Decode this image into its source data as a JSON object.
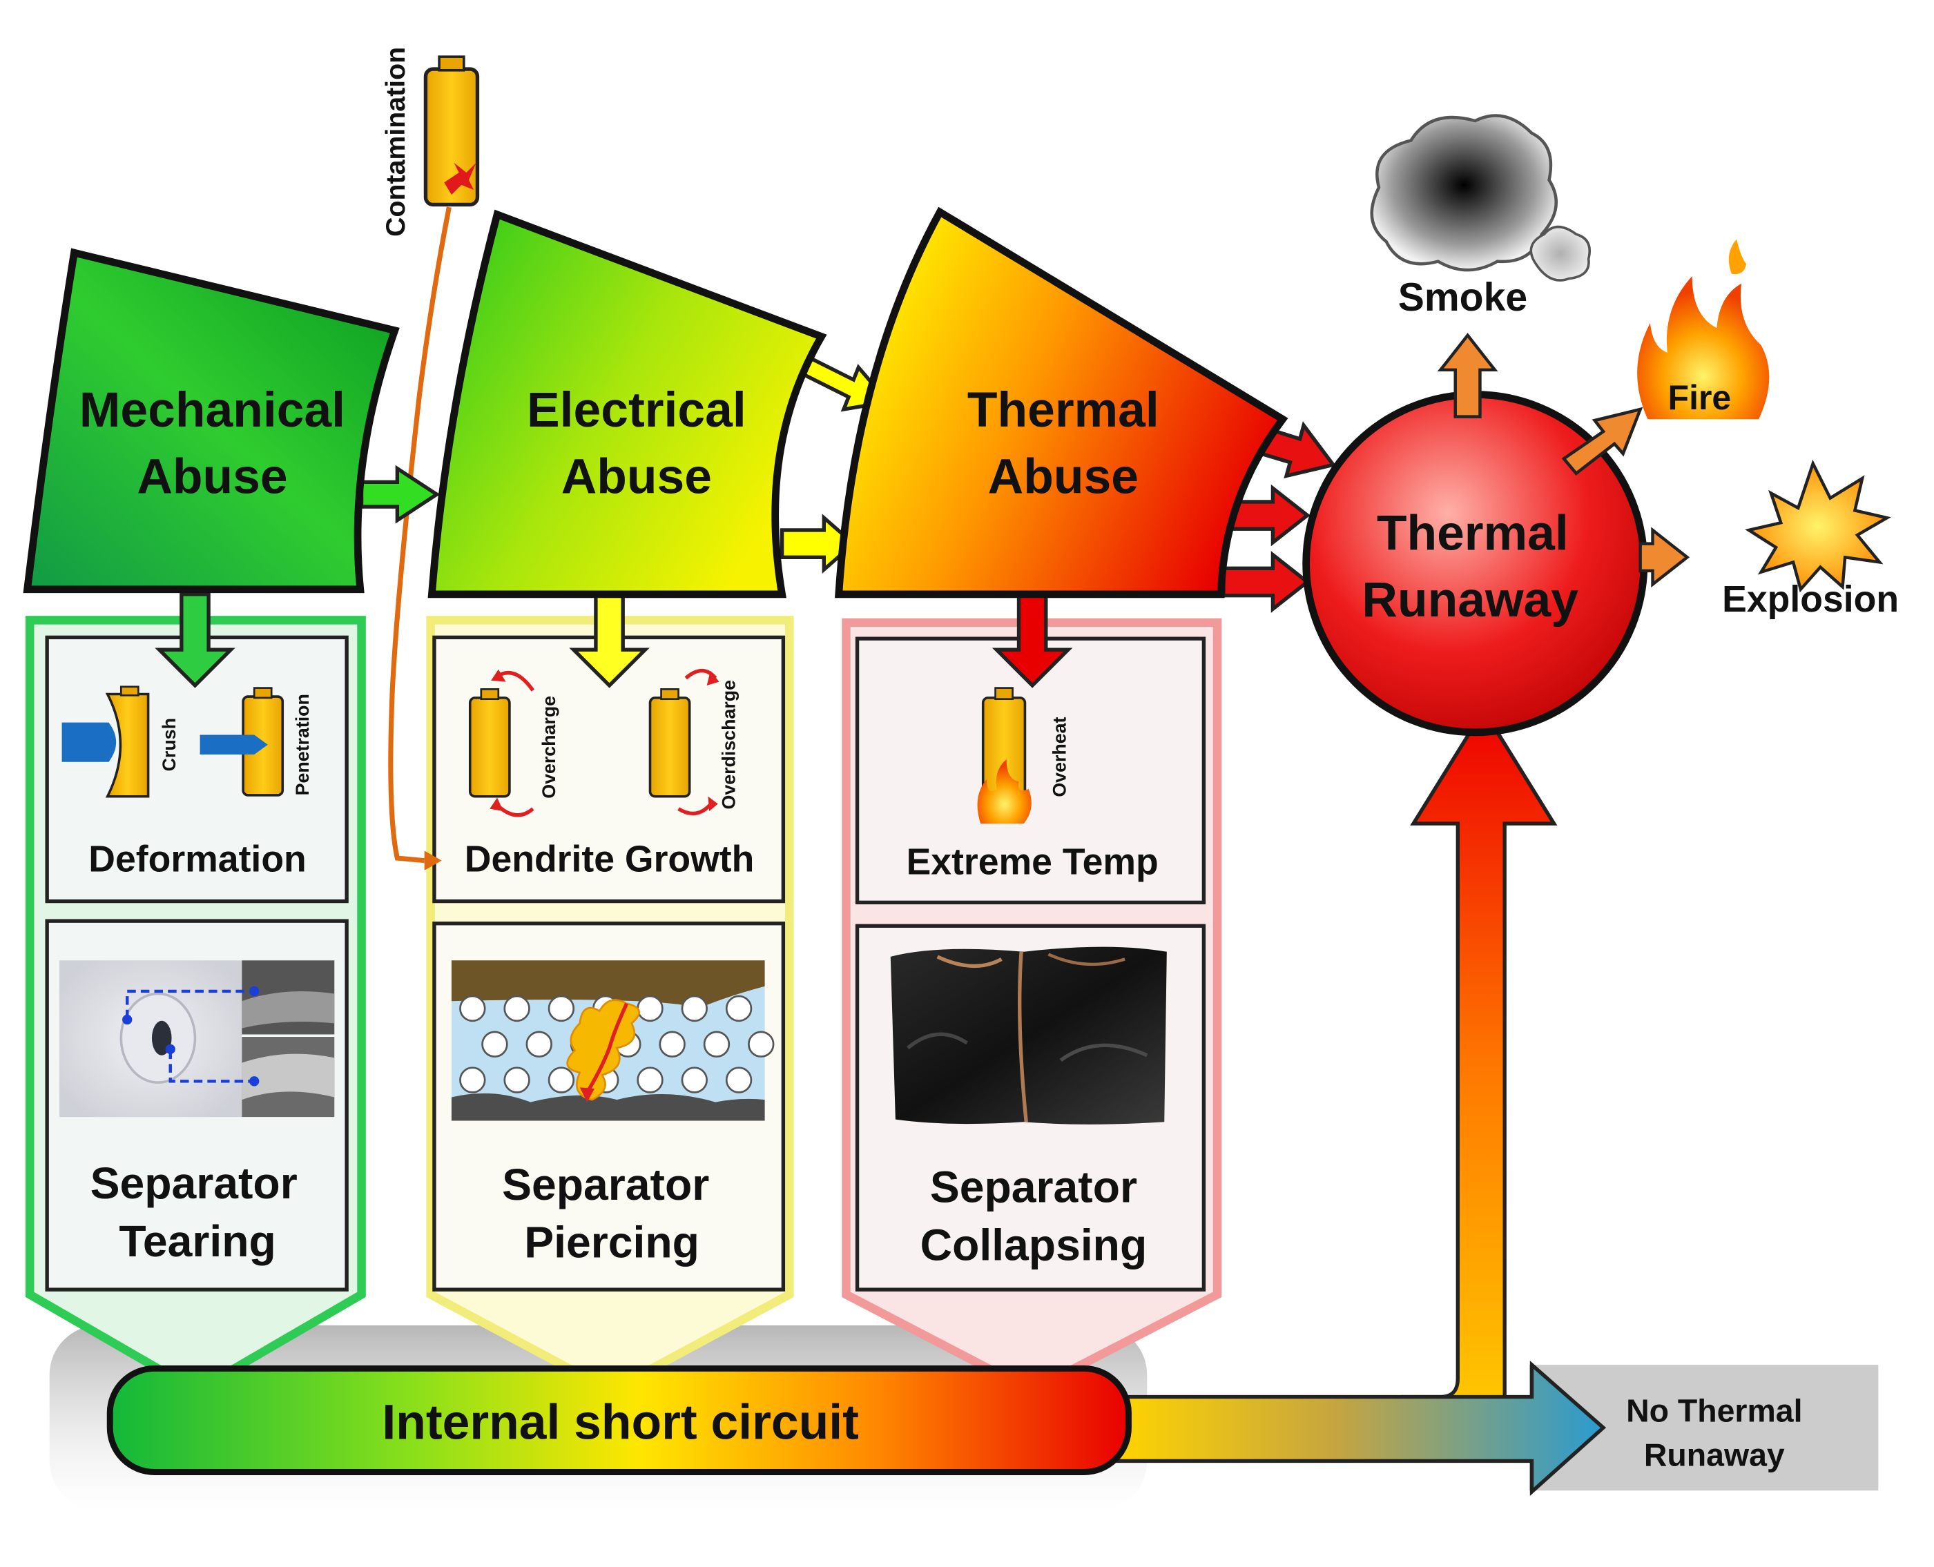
{
  "abuse": {
    "mechanical": [
      "Mechanical",
      "Abuse"
    ],
    "electrical": [
      "Electrical",
      "Abuse"
    ],
    "thermal": [
      "Thermal",
      "Abuse"
    ]
  },
  "contamination": "Contamination",
  "mechanical_panel": {
    "crush": "Crush",
    "penetration": "Penetration",
    "deformation": "Deformation",
    "separator": [
      "Separator",
      "Tearing"
    ]
  },
  "electrical_panel": {
    "overcharge": "Overcharge",
    "overdischarge": "Overdischarge",
    "dendrite": "Dendrite Growth",
    "separator": [
      "Separator",
      "Piercing"
    ]
  },
  "thermal_panel": {
    "overheat": "Overheat",
    "extreme": "Extreme Temp",
    "separator": [
      "Separator",
      "Collapsing"
    ]
  },
  "runaway": [
    "Thermal",
    "Runaway"
  ],
  "outcomes": {
    "smoke": "Smoke",
    "fire": "Fire",
    "explosion": "Explosion"
  },
  "short_circuit": "Internal short circuit",
  "no_runaway": [
    "No Thermal",
    "Runaway"
  ],
  "colors": {
    "green": "#1db13a",
    "yellow": "#ffff00",
    "red": "#ee1111",
    "battery": "#f5b800",
    "contamination_line": "#e06a10",
    "blue_tool": "#1a6fc4"
  }
}
